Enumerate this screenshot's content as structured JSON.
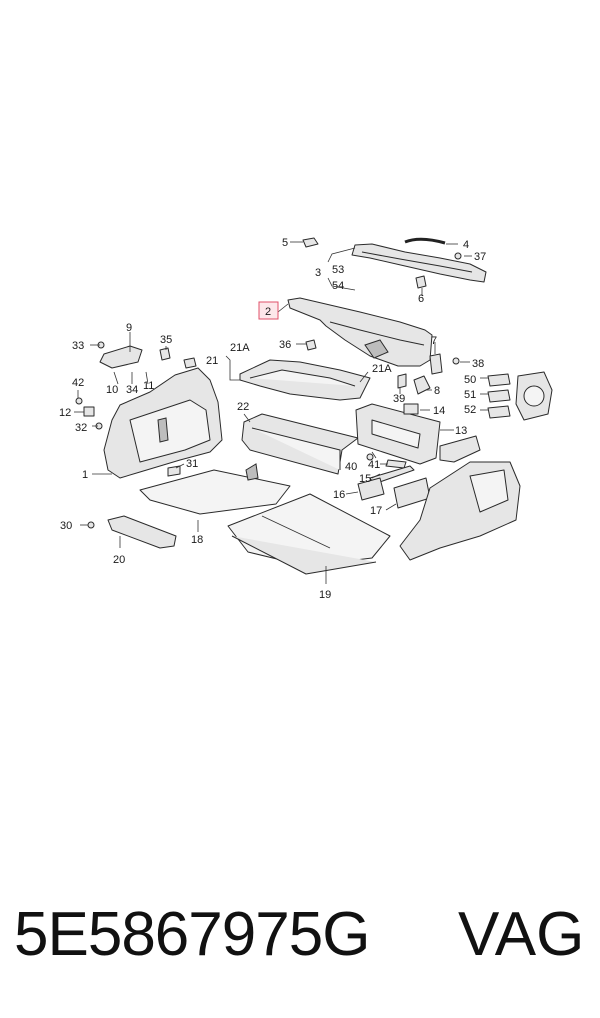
{
  "callouts": {
    "c1": "1",
    "c2": "2",
    "c3": "3",
    "c4": "4",
    "c5": "5",
    "c6": "6",
    "c7": "7",
    "c8": "8",
    "c9": "9",
    "c10": "10",
    "c11": "11",
    "c12": "12",
    "c13": "13",
    "c14": "14",
    "c15": "15",
    "c16": "16",
    "c17": "17",
    "c18": "18",
    "c19": "19",
    "c20": "20",
    "c21": "21",
    "c21a": "21A",
    "c21a2": "21A",
    "c22": "22",
    "c30": "30",
    "c31": "31",
    "c32": "32",
    "c33": "33",
    "c34": "34",
    "c35": "35",
    "c36": "36",
    "c37": "37",
    "c38": "38",
    "c39": "39",
    "c40": "40",
    "c41": "41",
    "c42": "42",
    "c50": "50",
    "c51": "51",
    "c52": "52",
    "c53": "53",
    "c54": "54"
  },
  "highlighted_callout": "2",
  "colors": {
    "highlight_border": "#e0506a",
    "highlight_fill": "#fde7ea"
  },
  "footer": {
    "part_number": "5E5867975G",
    "brand": "VAG"
  }
}
